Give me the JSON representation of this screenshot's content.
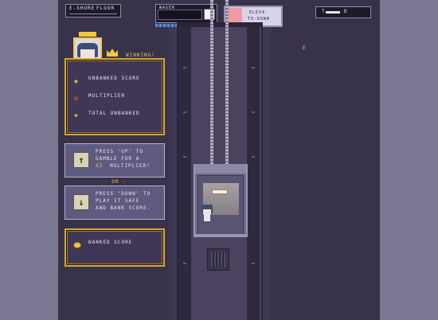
{
  "hud": {
    "left_label_1": "E-SHORE",
    "left_label_2": "FLOOR",
    "center_label": "WAGER",
    "button_label_line1": "ELEVA",
    "button_label_line2": "TO-DOWN",
    "right_label_1": "T",
    "right_label_2": "D",
    "marker_label": "E"
  },
  "winning_panel": {
    "badge": "WINNING!",
    "unbanked_label": "UNBANKED SCORE",
    "multiplier_label": "MULTIPLIER",
    "total_label": "TOTAL UNBANKED"
  },
  "gamble_panel": {
    "key_glyph": "↑",
    "line1": "PRESS 'UP' TO",
    "line2": "GAMBLE FOR A",
    "multiplier": "X2",
    "line3": "MULTIPLIER!"
  },
  "or_separator": "- OR -",
  "bank_panel": {
    "key_glyph": "↓",
    "line1": "PRESS 'DOWN' TO",
    "line2": "PLAY IT SAFE",
    "line3": "AND BANK SCORE."
  },
  "banked_panel": {
    "label": "BANKED SCORE"
  },
  "colors": {
    "accent_gold": "#f2c93e",
    "stage": "#39324b",
    "side": "#7a7893"
  }
}
